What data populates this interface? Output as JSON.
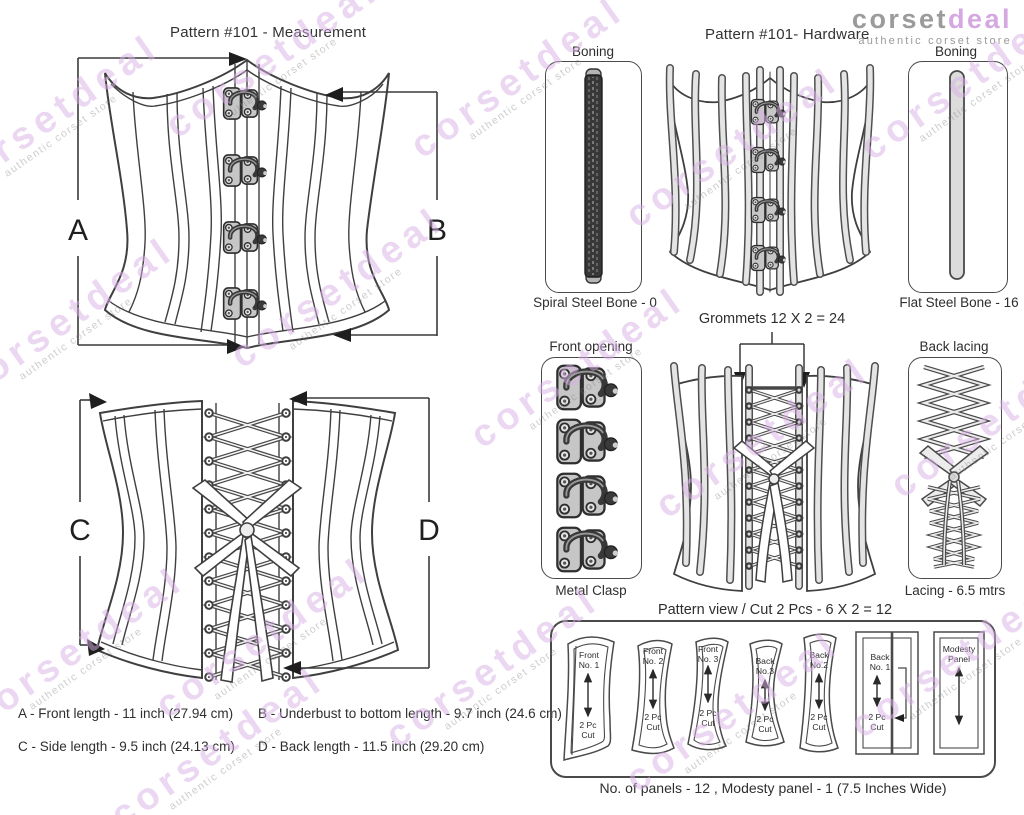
{
  "logo": {
    "brand_primary": "corset",
    "brand_secondary": "deal",
    "tagline": "authentic corset store"
  },
  "watermark": {
    "brand": "corsetdeal",
    "tagline": "authentic corset store"
  },
  "measurement_section": {
    "title": "Pattern #101 -  Measurement",
    "labels": {
      "a": "A",
      "b": "B",
      "c": "C",
      "d": "D"
    },
    "notes": {
      "a": "A - Front length - 11 inch (27.94 cm)",
      "b": "B - Underbust to bottom length - 9.7 inch (24.6 cm)",
      "c": "C - Side length - 9.5  inch  (24.13 cm)",
      "d": "D - Back length - 11.5 inch (29.20 cm)"
    }
  },
  "hardware_section": {
    "title": "Pattern #101-  Hardware",
    "boning_left": {
      "title": "Boning",
      "caption": "Spiral Steel Bone - 0"
    },
    "boning_right": {
      "title": "Boning",
      "caption": "Flat Steel Bone - 16"
    },
    "grommets_label": "Grommets 12 X 2 = 24",
    "front_opening": {
      "title": "Front opening",
      "caption": "Metal Clasp"
    },
    "back_lacing": {
      "title": "Back lacing",
      "caption": "Lacing - 6.5 mtrs"
    }
  },
  "pattern_section": {
    "title": "Pattern view  /  Cut 2 Pcs - 6 X 2 = 12",
    "footnote": "No. of panels - 12  , Modesty panel - 1 (7.5 Inches Wide)",
    "panels": [
      {
        "name_lines": [
          "Front",
          "No. 1"
        ],
        "cut_lines": [
          "2 Pc",
          "Cut"
        ]
      },
      {
        "name_lines": [
          "Front",
          "No. 2"
        ],
        "cut_lines": [
          "2 Pc",
          "Cut"
        ]
      },
      {
        "name_lines": [
          "Front",
          "No. 3"
        ],
        "cut_lines": [
          "2 Pc",
          "Cut"
        ]
      },
      {
        "name_lines": [
          "Back",
          "No.3"
        ],
        "cut_lines": [
          "2 Pc",
          "Cut"
        ]
      },
      {
        "name_lines": [
          "Back",
          "No.2"
        ],
        "cut_lines": [
          "2 Pc",
          "Cut"
        ]
      },
      {
        "name_lines": [
          "Back",
          "No. 1"
        ],
        "cut_lines": [
          "2 Pc",
          "Cut"
        ]
      },
      {
        "name_lines": [
          "Modesty",
          "Panel"
        ],
        "cut_lines": [
          "",
          ""
        ]
      }
    ]
  },
  "colors": {
    "line_art": "#3f3f3f",
    "bone_fill": "#e4e4e4",
    "logo_gray": "#9b9b9b",
    "logo_purple": "#d5a8e2",
    "watermark_purple": "#d8afe4"
  }
}
